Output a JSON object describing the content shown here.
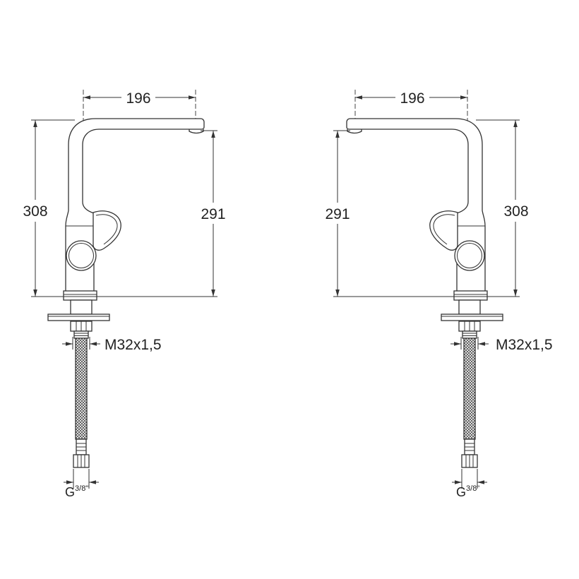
{
  "line_color": "#333333",
  "background": "#ffffff",
  "drawings": [
    {
      "spout_reach": "196",
      "overall_height": "308",
      "spout_height": "291",
      "thread": "M32x1,5",
      "connection_prefix": "G",
      "connection_size": "3/8\""
    },
    {
      "spout_reach": "196",
      "overall_height": "308",
      "spout_height": "291",
      "thread": "M32x1,5",
      "connection_prefix": "G",
      "connection_size": "3/8\""
    }
  ]
}
